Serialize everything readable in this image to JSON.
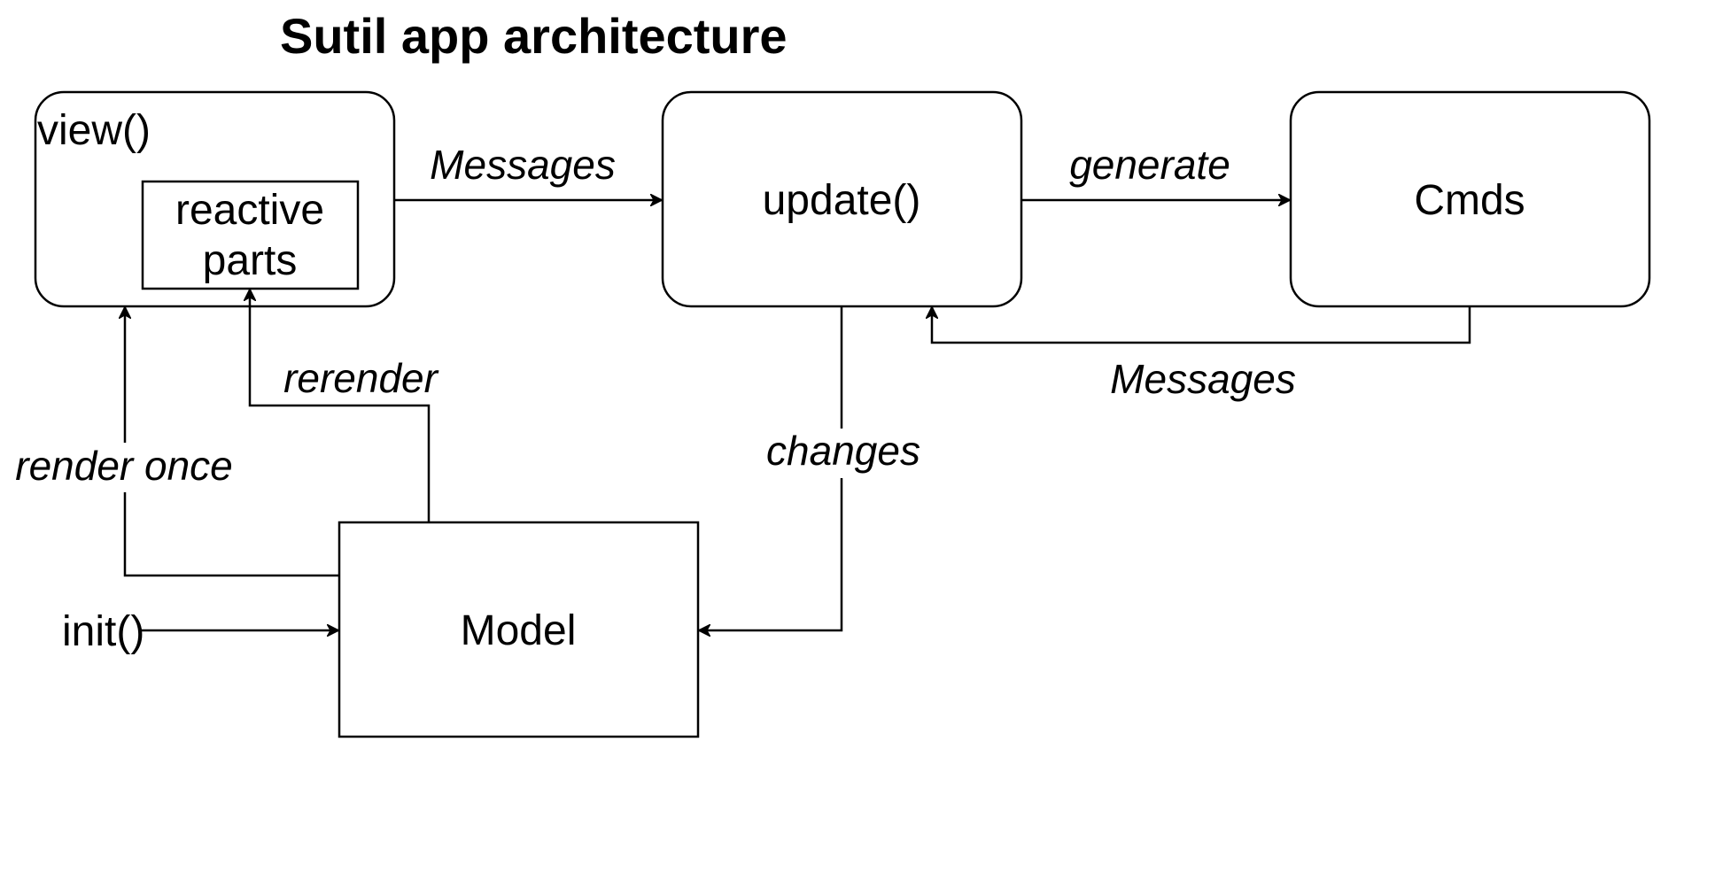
{
  "title": "Sutil app architecture",
  "nodes": {
    "view": {
      "label": "view()"
    },
    "reactive_parts": {
      "line1": "reactive",
      "line2": "parts"
    },
    "update": {
      "label": "update()"
    },
    "cmds": {
      "label": "Cmds"
    },
    "model": {
      "label": "Model"
    },
    "init": {
      "label": "init()"
    }
  },
  "edges": {
    "view_to_update": {
      "label": "Messages"
    },
    "update_to_cmds": {
      "label": "generate"
    },
    "cmds_to_update": {
      "label": "Messages"
    },
    "update_to_model": {
      "label": "changes"
    },
    "model_to_reactive": {
      "label": "rerender"
    },
    "model_to_view": {
      "label": "render once"
    },
    "init_to_model": {
      "label": ""
    }
  },
  "colors": {
    "stroke": "#000000",
    "background": "#ffffff"
  }
}
